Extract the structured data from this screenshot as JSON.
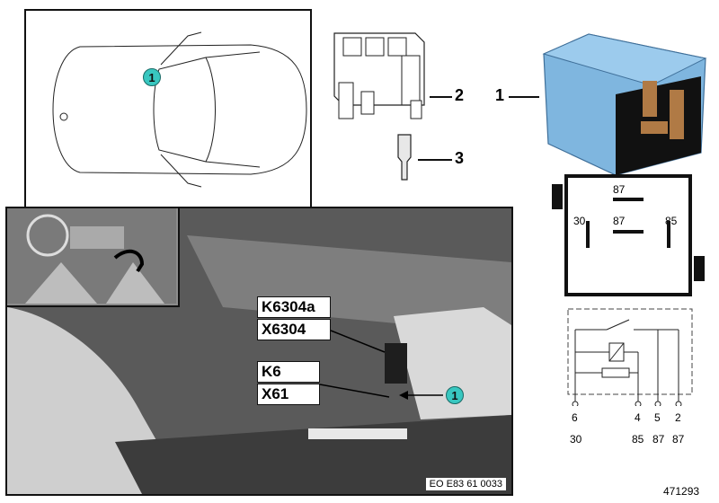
{
  "figure_id": "471293",
  "photo_code": "EO E83 61 0033",
  "callouts": {
    "car_badge": "1",
    "photo_badge": "1",
    "relay_part": "1",
    "socket_part": "2",
    "terminal_part": "3"
  },
  "photo_labels": {
    "k6304a": "K6304a",
    "x6304": "X6304",
    "k6": "K6",
    "x61": "X61"
  },
  "relay_face_pins": {
    "top": "87",
    "left": "30",
    "center": "87",
    "right": "85"
  },
  "schematic": {
    "pin_numbers": [
      "6",
      "4",
      "5",
      "2"
    ],
    "terminal_numbers": [
      "30",
      "85",
      "87",
      "87"
    ]
  },
  "colors": {
    "callout_badge": "#38c7c0",
    "relay_body": "#7fb6df"
  }
}
